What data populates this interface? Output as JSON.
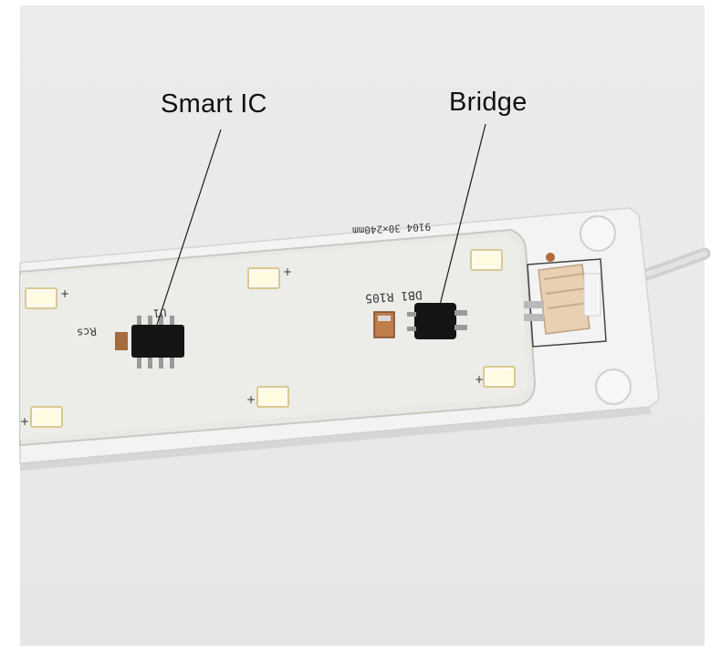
{
  "labels": {
    "smart_ic": "Smart IC",
    "bridge": "Bridge"
  },
  "silkscreen": {
    "dims": "9104 30×240mm",
    "u1": "U1",
    "rcs": "Rcs",
    "db1": "DB1 R105",
    "plus": "+"
  },
  "colors": {
    "background": "#e9e9e9",
    "pcb": "#f1f1f1",
    "led": "#fffbe6",
    "chip": "#111111",
    "connector": "#e8cdb0",
    "wire": "#d9d9d9"
  }
}
